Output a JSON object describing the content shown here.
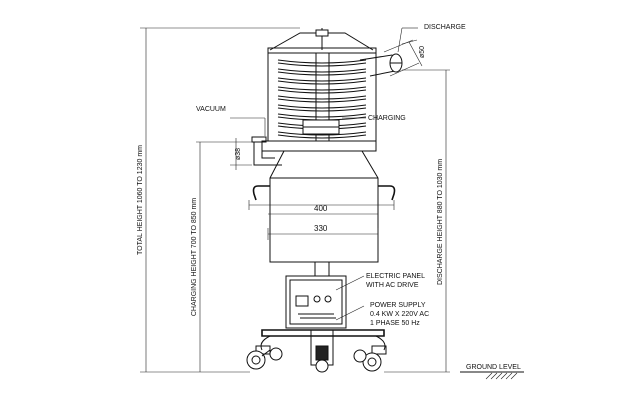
{
  "labels": {
    "discharge": "DISCHARGE",
    "dia50": "ø50",
    "vacuum": "VACUUM",
    "charging": "CHARGING",
    "dia38": "ø38",
    "dim_400": "400",
    "dim_330": "330",
    "total_height": "TOTAL HEIGHT 1060 TO 1230 mm",
    "charging_height": "CHARGING HEIGHT 700 TO 850 mm",
    "discharge_height": "DISCHARGE HEIGHT 880 TO 1030 mm",
    "electric_panel_1": "ELECTRIC PANEL",
    "electric_panel_2": "WITH AC DRIVE",
    "power_supply_1": "POWER SUPPLY",
    "power_supply_2": "0.4 KW X 220V AC",
    "power_supply_3": "1 PHASE 50 Hz",
    "ground_level": "GROUND LEVEL"
  }
}
